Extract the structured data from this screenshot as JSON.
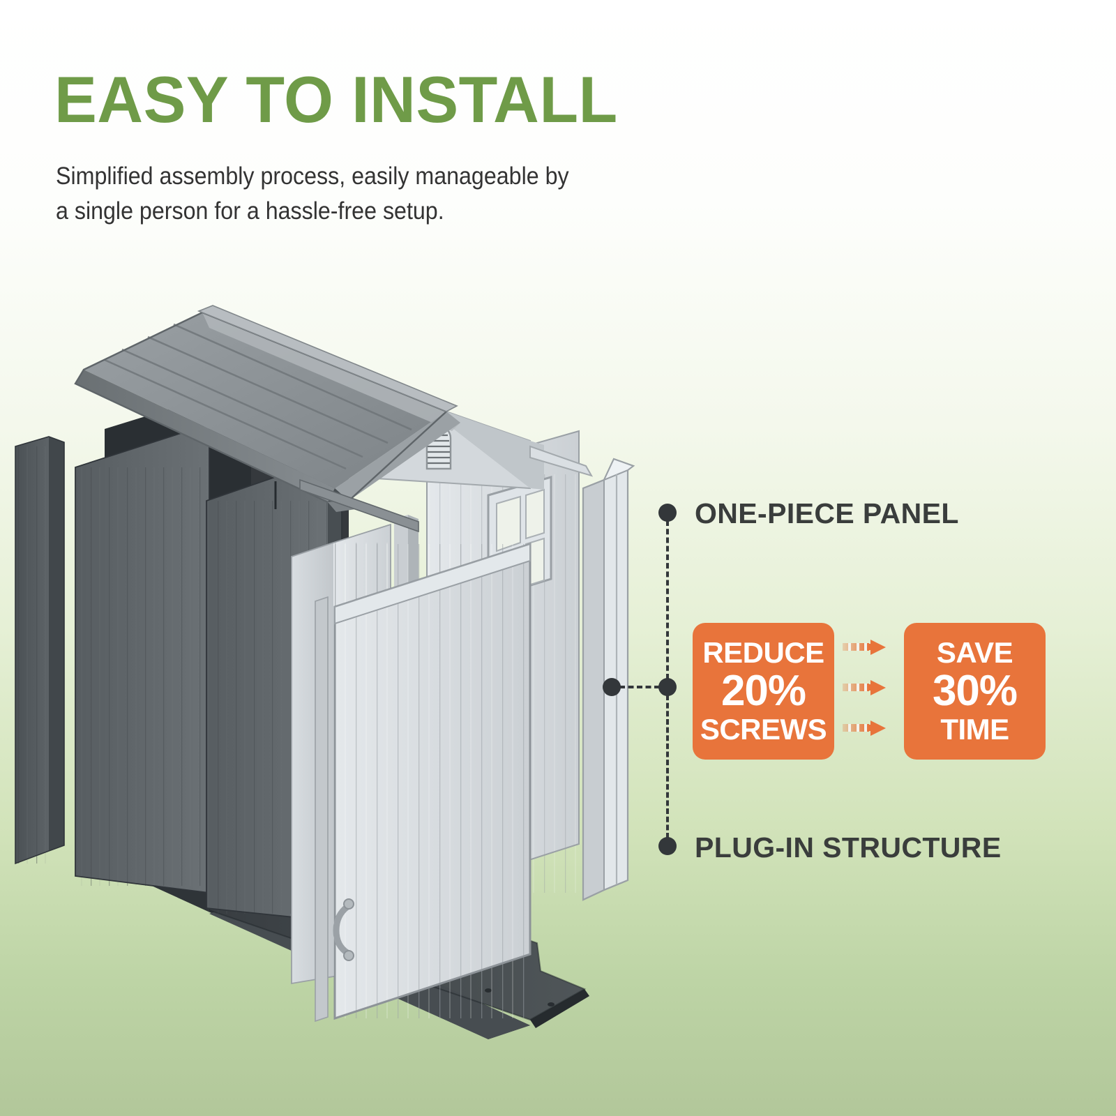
{
  "header": {
    "headline": "EASY TO INSTALL",
    "subline": "Simplified assembly process, easily manageable by\na single person for a hassle-free setup.",
    "headline_color": "#6f9b48",
    "subline_color": "#333333"
  },
  "background": {
    "top_color": "#ffffff",
    "bottom_color": "#b2c79a"
  },
  "illustration": {
    "name": "exploded-shed-diagram",
    "description": "Isometric exploded view of a resin storage shed showing roof panel, dark gray wall panels, light gray door and window wall, corner panel and floor base",
    "roof_color": "#8d9296",
    "dark_panel_color": "#595f63",
    "light_panel_color": "#cdd2d6",
    "floor_color": "#3f4448"
  },
  "callouts": [
    {
      "id": "one-piece-panel",
      "label": "ONE-PIECE PANEL"
    },
    {
      "id": "plug-in-structure",
      "label": "PLUG-IN STRUCTURE"
    }
  ],
  "callout_color": "#3a3d3c",
  "badges": {
    "accent_color": "#e8743b",
    "reduce": {
      "line1": "REDUCE",
      "line2": "20%",
      "line3": "SCREWS"
    },
    "save": {
      "line1": "SAVE",
      "line2": "30%",
      "line3": "TIME"
    },
    "arrow_count": 3
  }
}
